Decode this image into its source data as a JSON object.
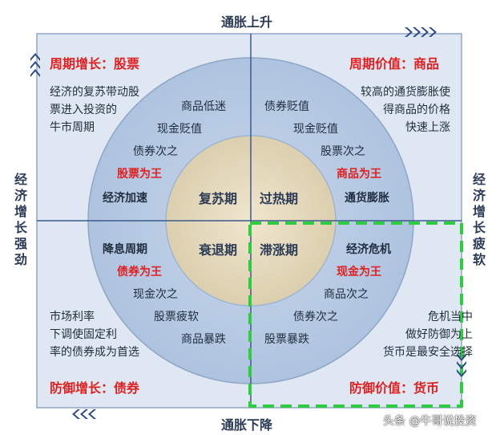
{
  "axes": {
    "top": "通胀上升",
    "bottom": "通胀下降",
    "left": [
      "经",
      "济",
      "增",
      "长",
      "强",
      "劲"
    ],
    "right": [
      "经",
      "济",
      "增",
      "长",
      "疲",
      "软"
    ]
  },
  "quadrants": {
    "tl": {
      "title": "周期增长：股票",
      "desc": [
        "经济的复苏带动股",
        "票进入投资的",
        "牛市周期"
      ]
    },
    "tr": {
      "title": "周期价值：商品",
      "desc": [
        "较高的通货膨胀使",
        "得商品的价格",
        "快速上涨"
      ]
    },
    "bl": {
      "title": "防御增长：债券",
      "desc": [
        "市场利率",
        "下调使固定利",
        "率的债券成为首选"
      ]
    },
    "br": {
      "title": "防御价值：货币",
      "desc": [
        "危机当中",
        "做好防御为上",
        "货币是最安全选择"
      ]
    }
  },
  "ring": {
    "tl": [
      "商品低迷",
      "现金贬值",
      "债券次之",
      "股票为王",
      "经济加速"
    ],
    "tr": [
      "债券贬值",
      "现金贬值",
      "股票次之",
      "商品为王",
      "通货膨胀"
    ],
    "bl": [
      "降息周期",
      "债券为王",
      "现金次之",
      "股票疲软",
      "商品暴跌"
    ],
    "br": [
      "经济危机",
      "现金为王",
      "商品次之",
      "债券次之",
      "股票暴跌"
    ]
  },
  "phases": {
    "tl": "复苏期",
    "tr": "过热期",
    "bl": "衰退期",
    "br": "滞涨期"
  },
  "watermark": "头条 @牛哥说投资",
  "colors": {
    "quad_bg": "#dde6f2",
    "outer_circle": "#b9cbe3",
    "inner_circle": "#e9dfc4",
    "highlight": "#e02020",
    "dashed": "#2ecc40",
    "arrows": "#2c4a8a"
  }
}
